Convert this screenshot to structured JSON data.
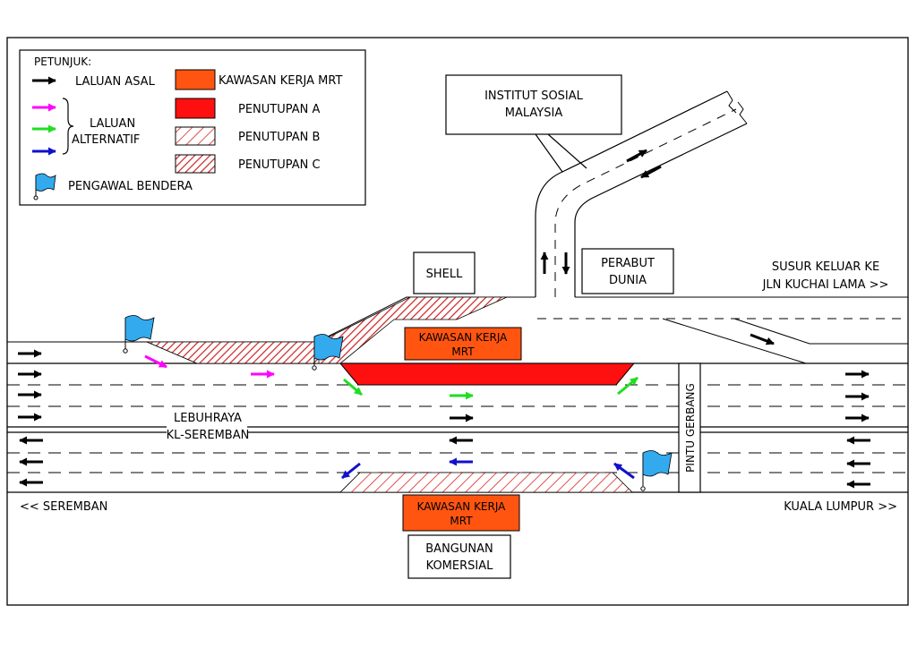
{
  "legend": {
    "title": "PETUNJUK:",
    "items": {
      "laluan_asal": "LALUAN ASAL",
      "laluan_alt_1": "LALUAN",
      "laluan_alt_2": "ALTERNATIF",
      "pengawal": "PENGAWAL BENDERA",
      "kawasan_kerja": "KAWASAN KERJA MRT",
      "penutupan_a": "PENUTUPAN  A",
      "penutupan_b": "PENUTUPAN  B",
      "penutupan_c": "PENUTUPAN  C"
    },
    "colors": {
      "laluan_asal": "#000000",
      "alt_magenta": "#ff00ff",
      "alt_green": "#22dd22",
      "alt_blue": "#1010cc",
      "kawasan_kerja": "#ff5511",
      "penutupan_a": "#ff1010",
      "hatch": "#dd2222",
      "flag": "#33aaee"
    }
  },
  "places": {
    "institut_1": "INSTITUT SOSIAL",
    "institut_2": "MALAYSIA",
    "shell": "SHELL",
    "perabut_1": "PERABUT",
    "perabut_2": "DUNIA",
    "susur_1": "SUSUR KELUAR KE",
    "susur_2": "JLN KUCHAI LAMA >>",
    "kerja_top_1": "KAWASAN KERJA",
    "kerja_top_2": "MRT",
    "kerja_bot_1": "KAWASAN KERJA",
    "kerja_bot_2": "MRT",
    "lebuhraya_1": "LEBUHRAYA",
    "lebuhraya_2": "KL-SEREMBAN",
    "pintu_gerbang": "PINTU GERBANG",
    "seremban": "<< SEREMBAN",
    "kuala_lumpur": "KUALA LUMPUR >>",
    "bangunan_1": "BANGUNAN",
    "bangunan_2": "KOMERSIAL"
  }
}
